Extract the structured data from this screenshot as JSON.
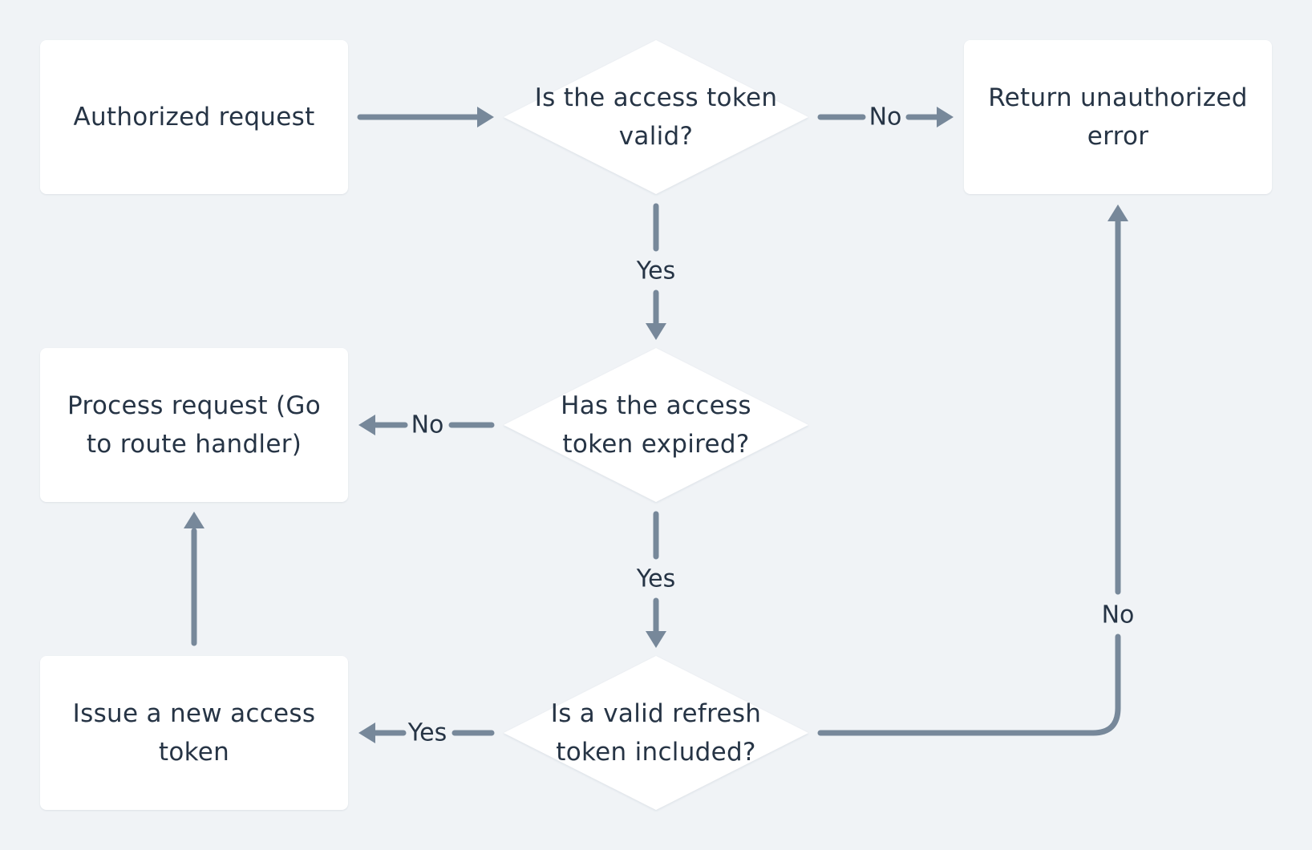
{
  "nodes": {
    "authorized_request": "Authorized request",
    "token_valid_q": "Is the access token valid?",
    "unauthorized_error": "Return unauthorized error",
    "token_expired_q": "Has the access token expired?",
    "process_request": "Process request (Go to route handler)",
    "refresh_token_q": "Is a valid refresh token included?",
    "issue_new_token": "Issue a new access token"
  },
  "edges": {
    "valid_no": "No",
    "valid_yes": "Yes",
    "expired_no": "No",
    "expired_yes": "Yes",
    "refresh_yes": "Yes",
    "refresh_no": "No"
  },
  "colors": {
    "background": "#f0f3f6",
    "node_fill": "#ffffff",
    "edge": "#77889a",
    "text": "#263445"
  }
}
